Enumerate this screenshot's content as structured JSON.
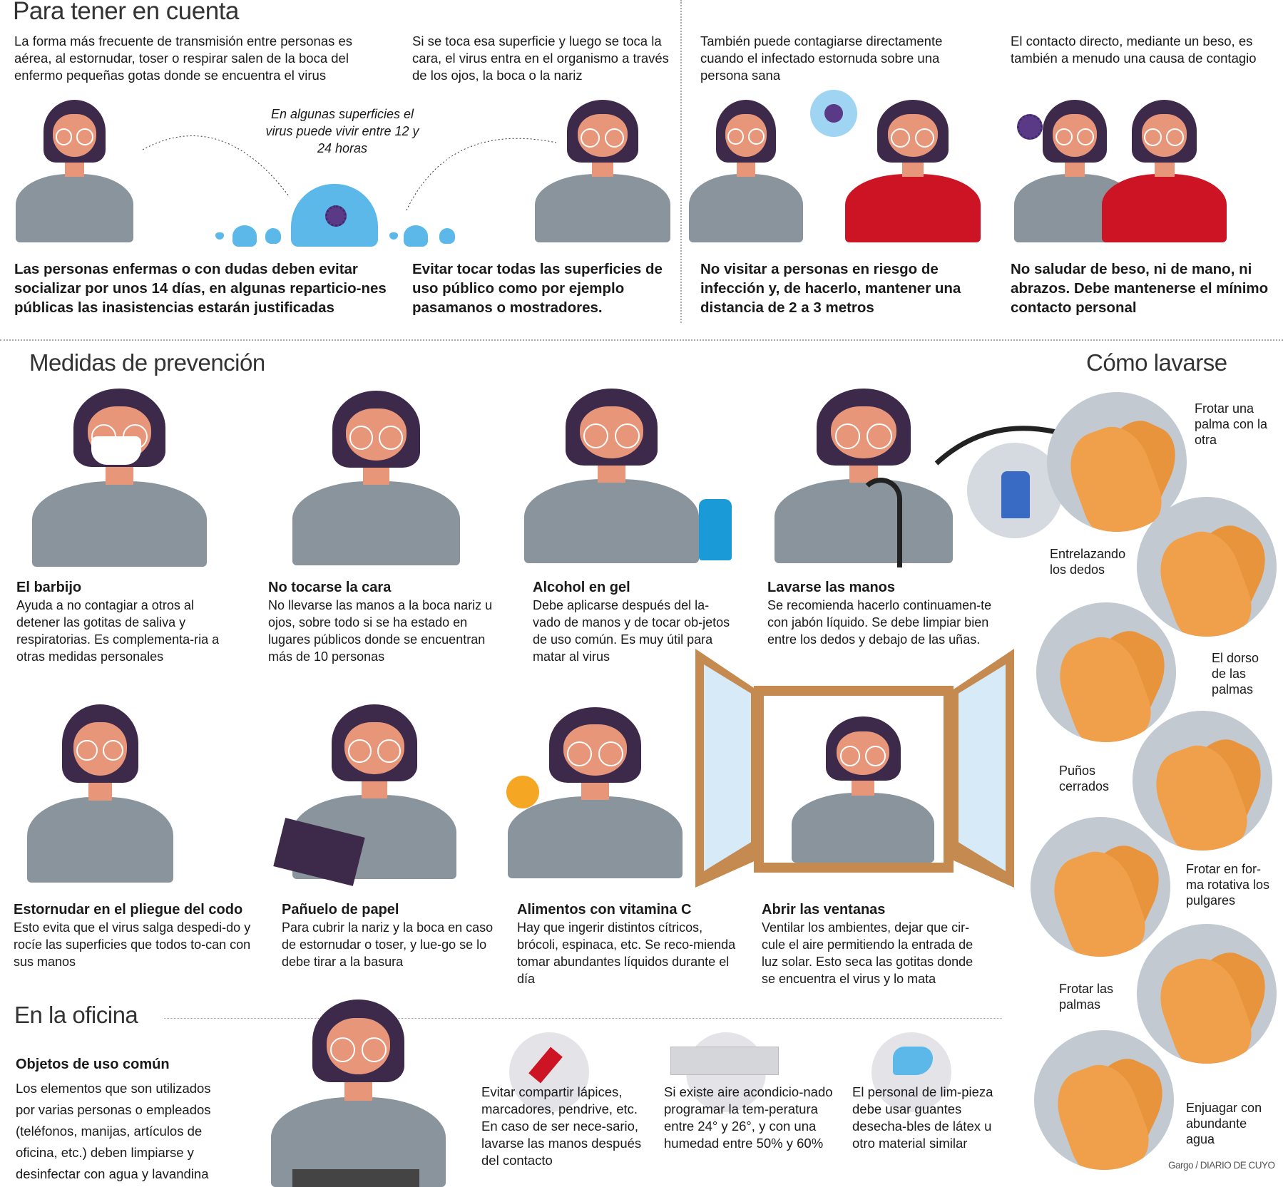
{
  "top": {
    "title": "Para tener en cuenta",
    "columns": [
      {
        "intro": "La forma más frecuente de transmisión entre personas es aérea, al estornudar, toser o respirar salen de la boca del enfermo pequeñas gotas donde se encuentra el virus",
        "advice": "Las personas enfermas o con dudas deben evitar socializar por unos 14 días, en algunas reparticio-nes públicas las inasistencias estarán justificadas"
      },
      {
        "intro": "Si se toca esa superficie y luego se toca la cara, el virus entra en el organismo a través de los ojos, la boca o la nariz",
        "advice": "Evitar tocar todas las superficies de uso público como por ejemplo pasamanos o mostradores."
      },
      {
        "intro": "También puede contagiarse directamente cuando el infectado estornuda sobre una persona sana",
        "advice": "No visitar a personas en riesgo de infección y, de hacerlo, mantener una distancia de 2 a 3 metros"
      },
      {
        "intro": "El contacto directo, mediante un beso, es también a menudo una causa de contagio",
        "advice": "No saludar de beso, ni de mano, ni abrazos. Debe mantenerse el mínimo contacto personal"
      }
    ],
    "surface_note": "En algunas superficies el virus puede vivir entre 12 y 24 horas"
  },
  "prevention": {
    "title": "Medidas de prevención",
    "items": [
      {
        "title": "El barbijo",
        "text": "Ayuda a no contagiar a otros al detener las gotitas de saliva y respiratorias. Es complementa-ria a otras medidas personales"
      },
      {
        "title": "No tocarse la cara",
        "text": "No llevarse las manos a la boca nariz u ojos, sobre todo si se ha estado en lugares públicos donde se encuentran más de 10 personas"
      },
      {
        "title": "Alcohol en gel",
        "text": "Debe aplicarse después del la-vado de manos y de tocar ob-jetos de uso común. Es muy útil para matar al virus"
      },
      {
        "title": "Lavarse las manos",
        "text": "Se recomienda hacerlo continuamen-te con jabón líquido. Se debe limpiar bien entre los dedos y debajo de las uñas."
      },
      {
        "title": "Estornudar en el pliegue del codo",
        "text": "Esto evita que el virus salga despedi-do y rocíe las superficies que todos to-can con sus manos"
      },
      {
        "title": "Pañuelo de papel",
        "text": "Para cubrir la nariz y la boca en caso de estornudar o toser, y lue-go se lo debe tirar a la basura"
      },
      {
        "title": "Alimentos con vitamina C",
        "text": "Hay que ingerir distintos cítricos, brócoli, espinaca, etc. Se reco-mienda tomar abundantes líquidos durante el día"
      },
      {
        "title": "Abrir las ventanas",
        "text": "Ventilar los ambientes, dejar que cir-cule el aire permitiendo la entrada de luz solar. Esto seca las gotitas donde se encuentra el virus y lo mata"
      }
    ]
  },
  "washing": {
    "title": "Cómo lavarse",
    "steps": [
      "Frotar una palma con la otra",
      "Entrelazando los dedos",
      "El dorso de las palmas",
      "Puños cerrados",
      "Frotar en for-ma rotativa los pulgares",
      "Frotar las palmas",
      "Enjuagar con abundante agua"
    ]
  },
  "office": {
    "title": "En la oficina",
    "subtitle": "Objetos de uso común",
    "text": "Los elementos que son utilizados por varias personas o empleados (teléfonos, manijas, artículos de oficina, etc.) deben limpiarse y desinfectar con agua y lavandina",
    "tips": [
      "Evitar compartir lápices, marcadores, pendrive, etc. En caso de ser nece-sario, lavarse las manos después del contacto",
      "Si existe aire acondicio-nado programar la tem-peratura entre 24° y 26°, y con una humedad entre 50% y 60%",
      "El personal de lim-pieza debe usar guantes desecha-bles de látex u otro material similar"
    ]
  },
  "credit": "Gargo / DIARIO DE CUYO",
  "colors": {
    "hair": "#3d2a4a",
    "skin": "#e8967a",
    "shirt": "#8a949c",
    "red": "#cc1424",
    "water": "#5bb8e8",
    "hands": "#f0a04b",
    "circle": "#c3c9d1"
  }
}
